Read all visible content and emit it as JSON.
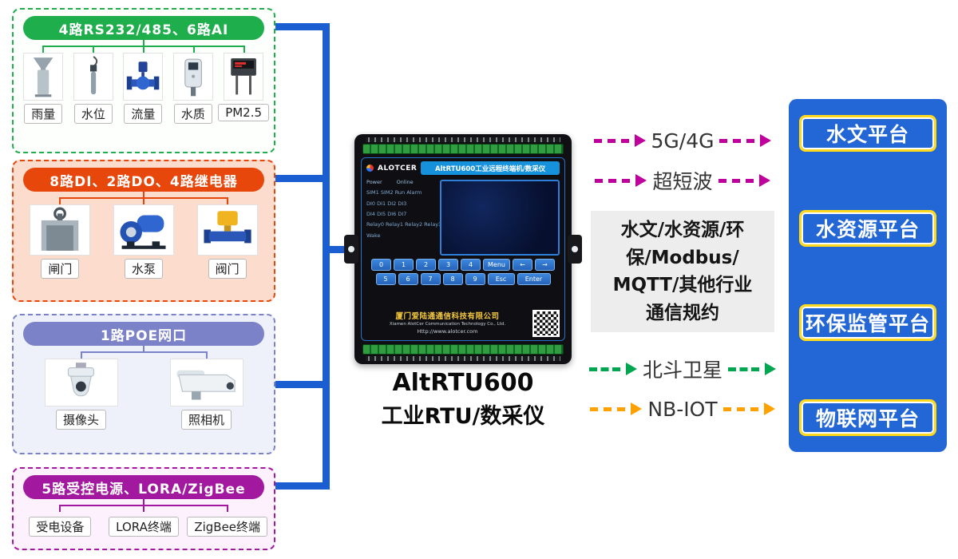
{
  "colors": {
    "bus_line": "#1b5ed1",
    "magenta_arrow": "#c0009d",
    "green_arrow": "#00a650",
    "orange_arrow": "#ffa200",
    "platform_bg": "#2366d5",
    "platform_border": "#ffd91c",
    "group_green": "#1fae4c",
    "group_red": "#e8470c",
    "group_purple": "#7b82c8",
    "group_magenta": "#a2189e"
  },
  "groups": [
    {
      "header": "4路RS232/485、6路AI",
      "items": [
        {
          "label": "雨量"
        },
        {
          "label": "水位"
        },
        {
          "label": "流量"
        },
        {
          "label": "水质"
        },
        {
          "label": "PM2.5"
        }
      ]
    },
    {
      "header": "8路DI、2路DO、4路继电器",
      "items": [
        {
          "label": "闸门"
        },
        {
          "label": "水泵"
        },
        {
          "label": "阀门"
        }
      ]
    },
    {
      "header": "1路POE网口",
      "items": [
        {
          "label": "摄像头"
        },
        {
          "label": "照相机"
        }
      ]
    },
    {
      "header": "5路受控电源、LORA/ZigBee",
      "items": [
        {
          "label": "受电设备"
        },
        {
          "label": "LORA终端"
        },
        {
          "label": "ZigBee终端"
        }
      ]
    }
  ],
  "device": {
    "brand": "ALOTCER",
    "panel_title": "AltRTU600工业远程终端机/数采仪",
    "power_label": "Power",
    "online_label": "Online",
    "led_rows": [
      "SIM1  SIM2  Run  Alarm",
      "DI0   DI1   DI2   DI3",
      "DI4   DI5   DI6   DI7",
      "Relay0 Relay1 Relay2 Relay3",
      "Wake"
    ],
    "keypad": {
      "row1": [
        "0",
        "1",
        "2",
        "3",
        "4"
      ],
      "fn1": [
        "Menu",
        "←",
        "→"
      ],
      "row2": [
        "5",
        "6",
        "7",
        "8",
        "9"
      ],
      "fn2": [
        "Esc",
        "Enter"
      ]
    },
    "company_cn": "厦门爱陆通通信科技有限公司",
    "company_en": "Xiamen AlotCer Communication Technology Co., Ltd.",
    "url": "Http://www.alotcer.com",
    "caption_line1": "AltRTU600",
    "caption_line2": "工业RTU/数采仪"
  },
  "links": [
    {
      "label": "5G/4G",
      "color": "#c0009d",
      "style_attr": "--c:#c0009d"
    },
    {
      "label": "超短波",
      "color": "#c0009d",
      "style_attr": "--c:#c0009d"
    },
    {
      "label": "北斗卫星",
      "color": "#00a650",
      "style_attr": "--c:#00a650"
    },
    {
      "label": "NB-IOT",
      "color": "#ffa200",
      "style_attr": "--c:#ffa200"
    }
  ],
  "protocol_note": "水文/水资源/环\n保/Modbus/\nMQTT/其他行业\n通信规约",
  "platforms": [
    {
      "label": "水文平台"
    },
    {
      "label": "水资源平台"
    },
    {
      "label": "环保监管平台"
    },
    {
      "label": "物联网平台"
    }
  ]
}
